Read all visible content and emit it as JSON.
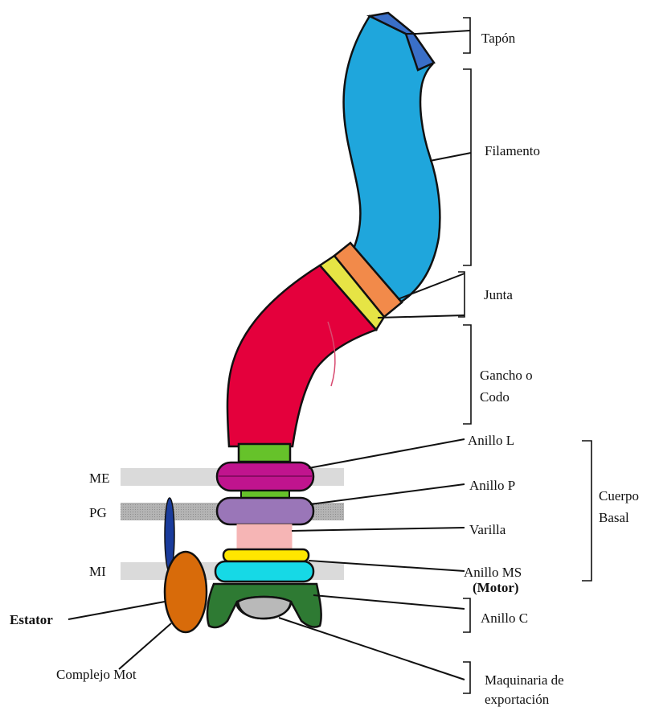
{
  "labels": {
    "tapon": "Tapón",
    "filamento": "Filamento",
    "junta": "Junta",
    "gancho_1": "Gancho o",
    "gancho_2": "Codo",
    "anillo_l": "Anillo L",
    "anillo_p": "Anillo P",
    "varilla": "Varilla",
    "anillo_ms": "Anillo MS",
    "motor": "(Motor)",
    "anillo_c": "Anillo C",
    "maquinaria_1": "Maquinaria de",
    "maquinaria_2": "exportación",
    "cuerpo_basal_1": "Cuerpo",
    "cuerpo_basal_2": "Basal",
    "me": "ME",
    "pg": "PG",
    "mi": "MI",
    "estator": "Estator",
    "complejo_mot": "Complejo Mot"
  },
  "colors": {
    "tapon": "#3a6fc8",
    "filamento": "#1fa6dc",
    "junta_outer": "#f28a4a",
    "junta_inner": "#e6e445",
    "gancho": "#e4003c",
    "anillo_l": "#66c22a",
    "anillo_p": "#c0148e",
    "anillo_p_lower": "#9a76b8",
    "varilla": "#f6b5b5",
    "anillo_ms_top": "#ffe600",
    "anillo_ms": "#16d9e6",
    "anillo_c": "#2e7a33",
    "export": "#b9b9b9",
    "mot": "#d86b0a",
    "estator": "#1a3c9c",
    "membrane": "#d8d8d8"
  }
}
